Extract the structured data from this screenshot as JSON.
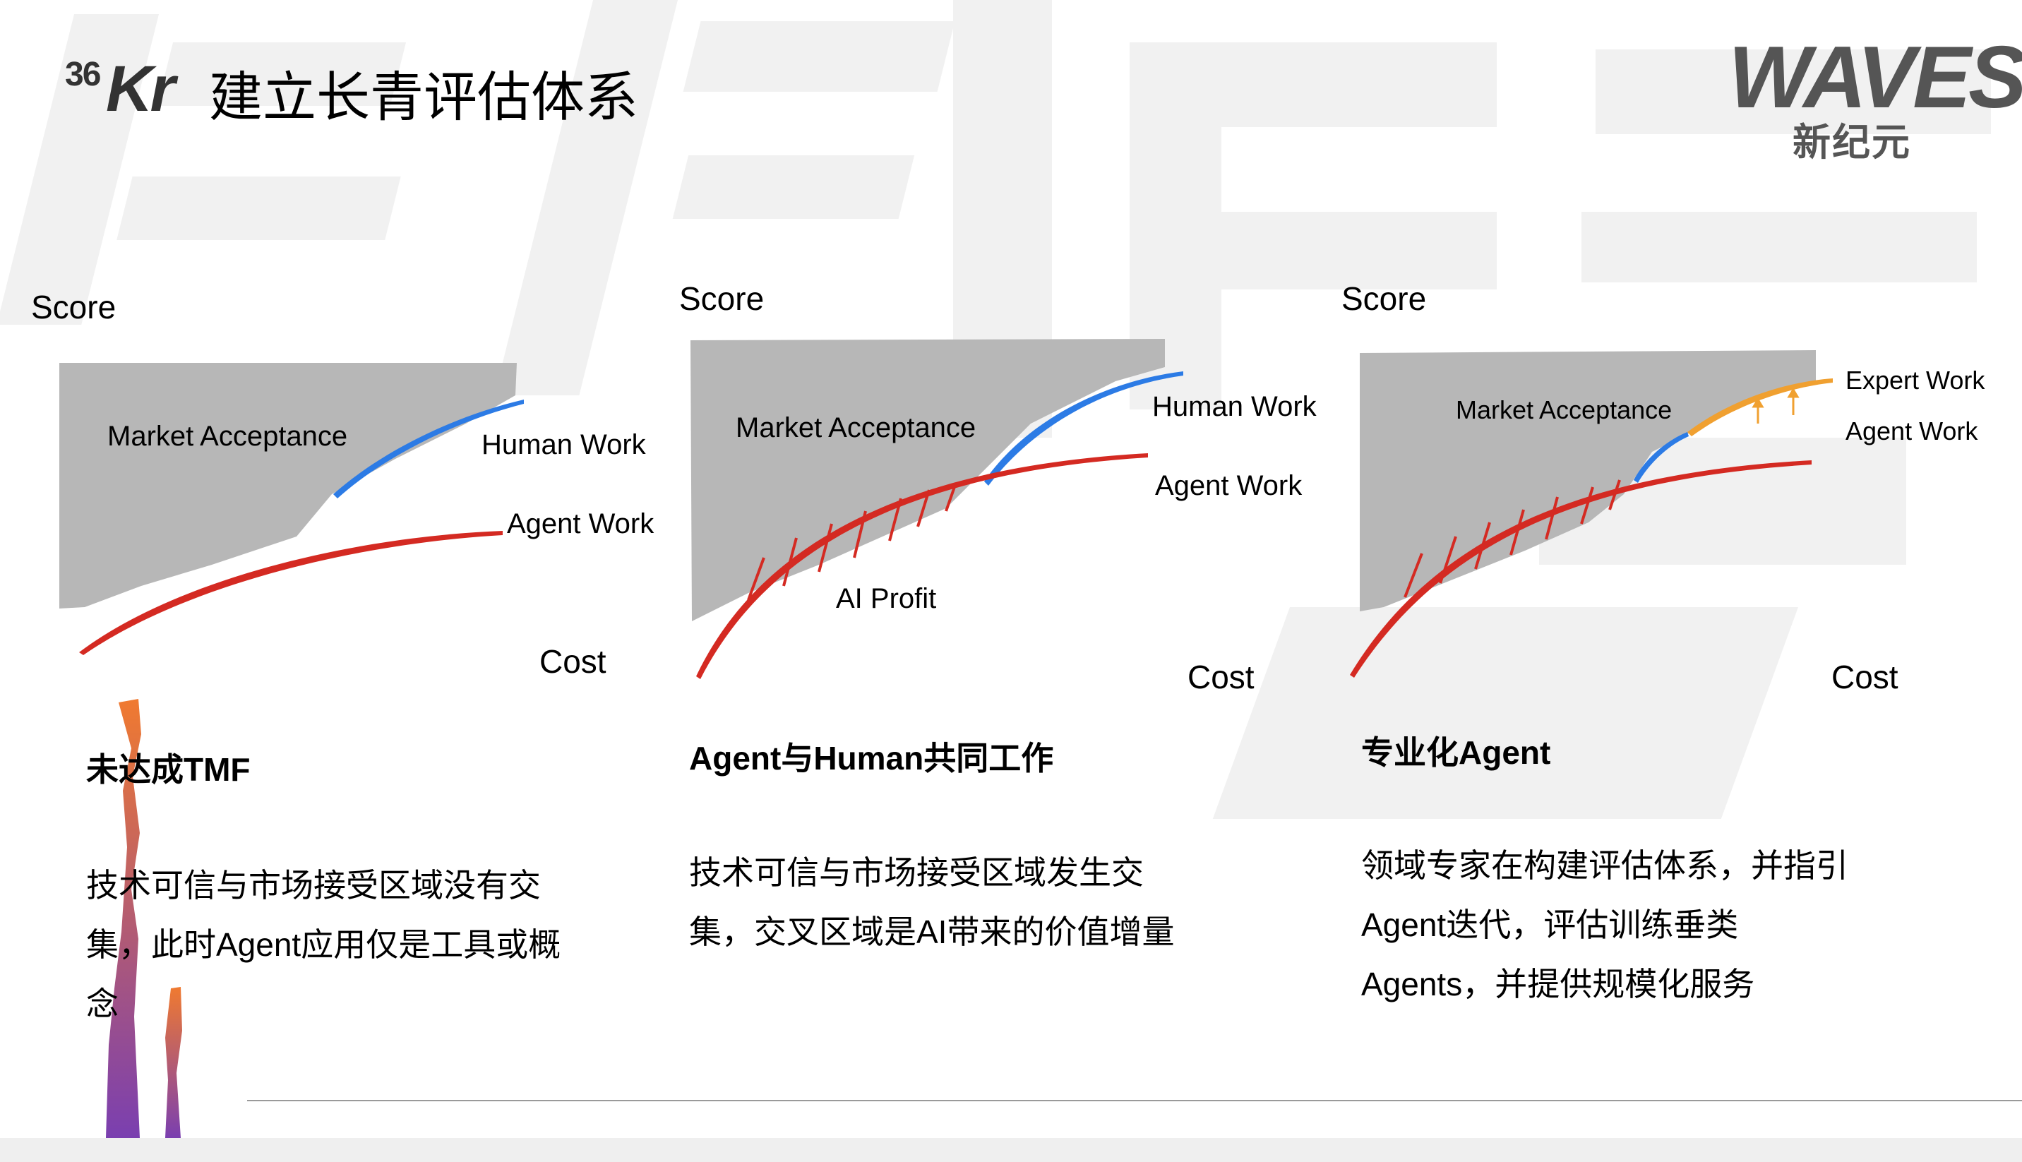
{
  "header": {
    "title": "建立长青评估体系",
    "left_logo": {
      "sup": "36",
      "main": "Kr"
    },
    "right_logo": {
      "line1": "WAVES",
      "line2": "新纪元"
    }
  },
  "colors": {
    "market_area": "#b7b7b7",
    "human_work": "#2c7be5",
    "agent_work": "#d42a22",
    "expert_work": "#f0a030",
    "watermark": "#f1f1f1",
    "bar_top": "#f07a30",
    "bar_bottom": "#7a3fb0"
  },
  "diagrams": [
    {
      "y_axis_label": "Score",
      "x_axis_label": "Cost",
      "area_label": "Market Acceptance",
      "curves": [
        "Human Work",
        "Agent Work"
      ],
      "title": "未达成TMF",
      "body": "技术可信与市场接受区域没有交集，此时Agent应用仅是工具或概念"
    },
    {
      "y_axis_label": "Score",
      "x_axis_label": "Cost",
      "area_label": "Market Acceptance",
      "curves": [
        "Human Work",
        "Agent Work"
      ],
      "region_label": "AI Profit",
      "title": "Agent与Human共同工作",
      "body": "技术可信与市场接受区域发生交集，交叉区域是AI带来的价值增量"
    },
    {
      "y_axis_label": "Score",
      "x_axis_label": "Cost",
      "area_label": "Market Acceptance",
      "curves": [
        "Expert Work",
        "Agent Work"
      ],
      "title": "专业化Agent",
      "body": "领域专家在构建评估体系，并指引Agent迭代，评估训练垂类Agents，并提供规模化服务"
    }
  ]
}
